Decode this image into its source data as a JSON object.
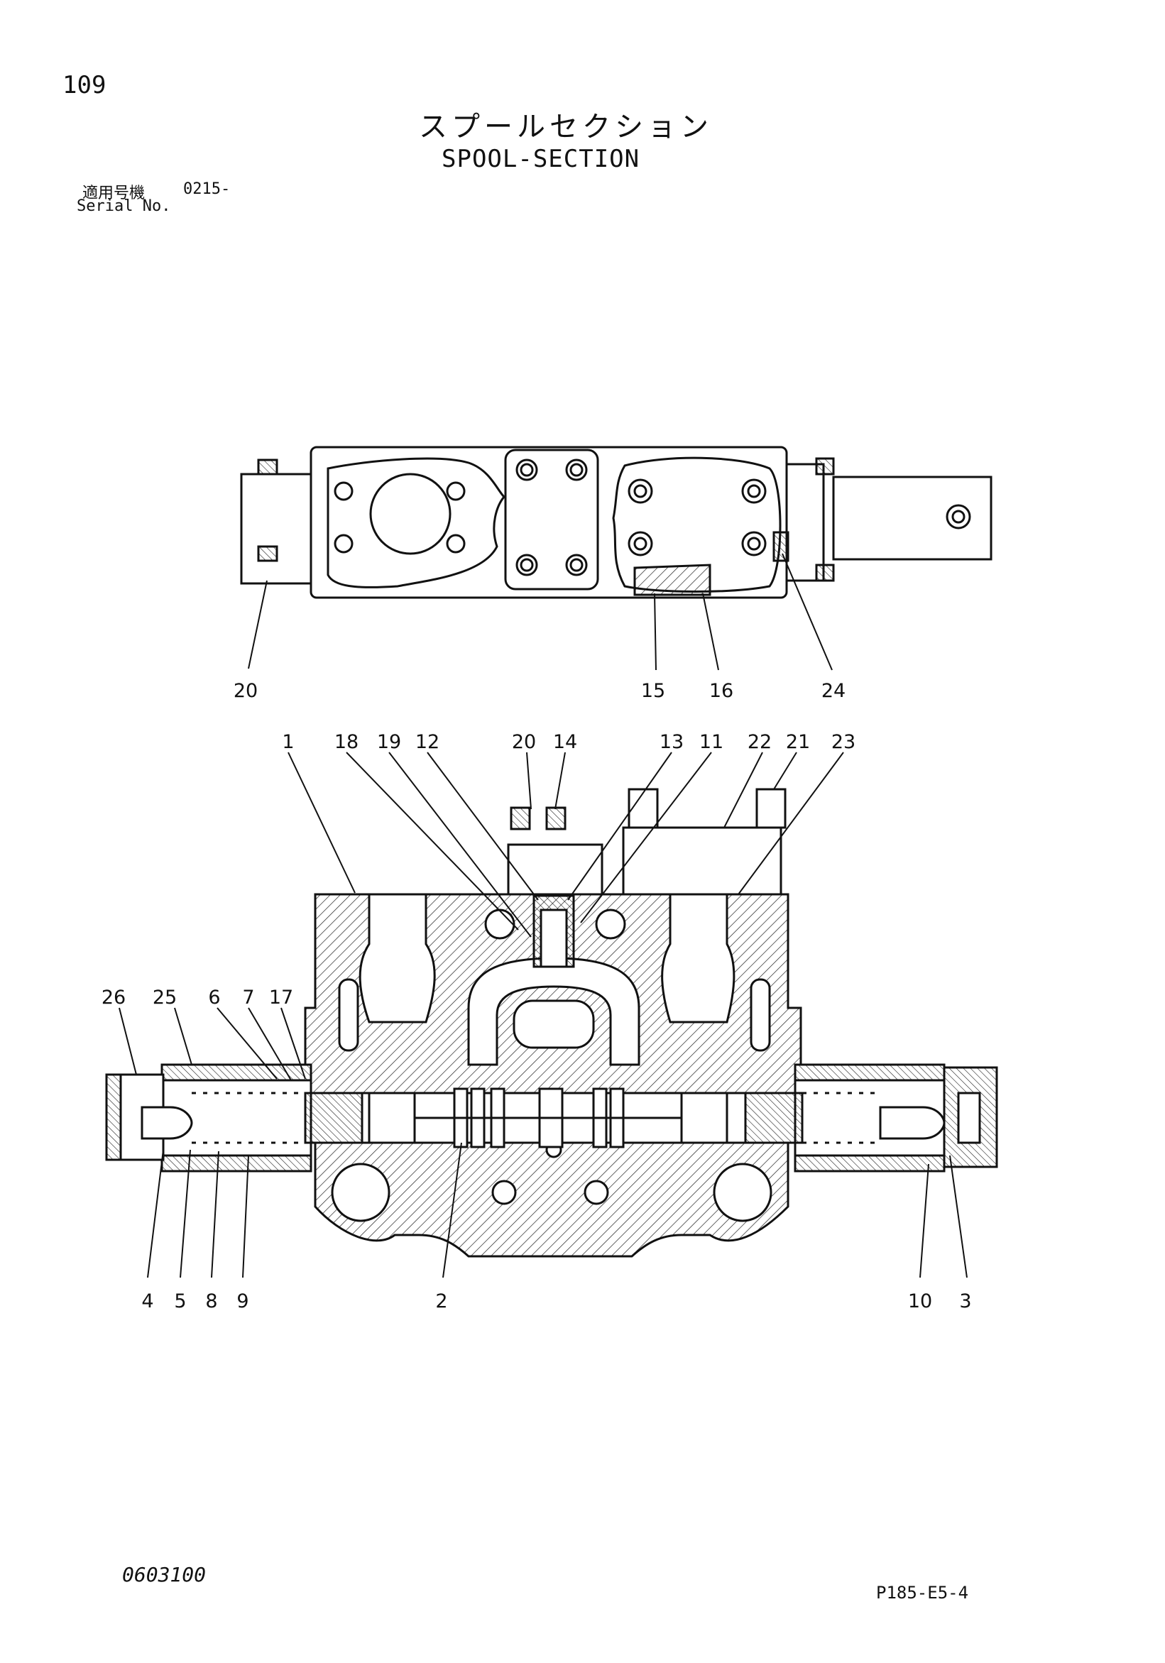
{
  "header": {
    "page_number": "109",
    "title_jp": "スプールセクション",
    "title_en": "SPOOL-SECTION",
    "serial_label_jp": "適用号機",
    "serial_value": "0215-",
    "serial_label_en": "Serial No."
  },
  "top_view_callouts": [
    "20",
    "15",
    "16",
    "24"
  ],
  "section_view_callouts_top": [
    "1",
    "18",
    "19",
    "12",
    "20",
    "14",
    "13",
    "11",
    "22",
    "21",
    "23"
  ],
  "section_view_callouts_left": [
    "26",
    "25",
    "6",
    "7",
    "17"
  ],
  "section_view_callouts_bottom": [
    "4",
    "5",
    "8",
    "9",
    "2",
    "10",
    "3"
  ],
  "footer": {
    "drawing_code": "0603100",
    "page_code": "P185-E5-4"
  }
}
